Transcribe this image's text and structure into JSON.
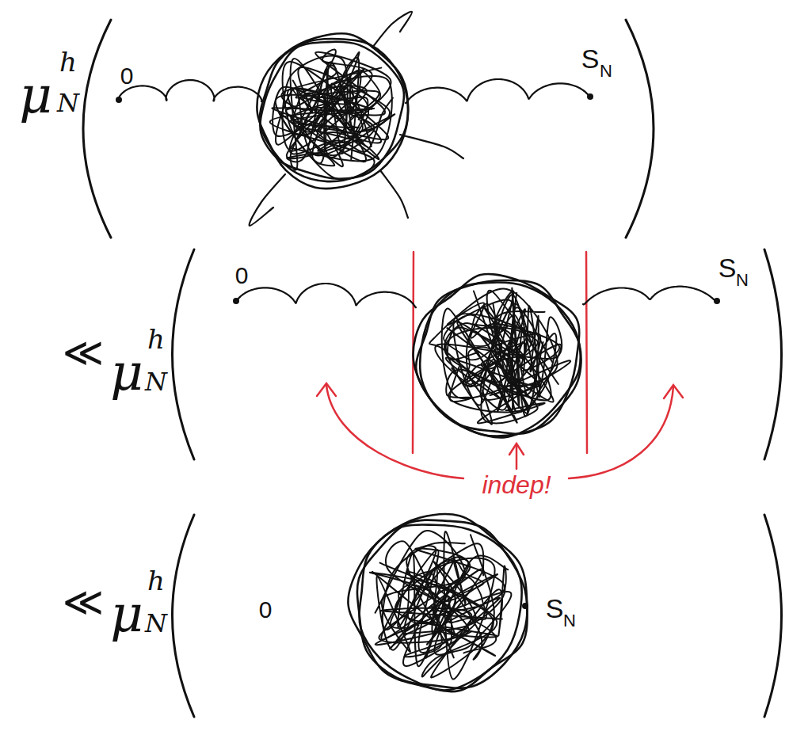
{
  "diagram": {
    "labels": [
      "μ",
      "h",
      "N",
      "0",
      "S",
      "N",
      "≪",
      "μ",
      "h",
      "N",
      "0",
      "S",
      "N",
      "indep!",
      "≪",
      "μ",
      "h",
      "N",
      "0",
      "S",
      "N"
    ]
  }
}
